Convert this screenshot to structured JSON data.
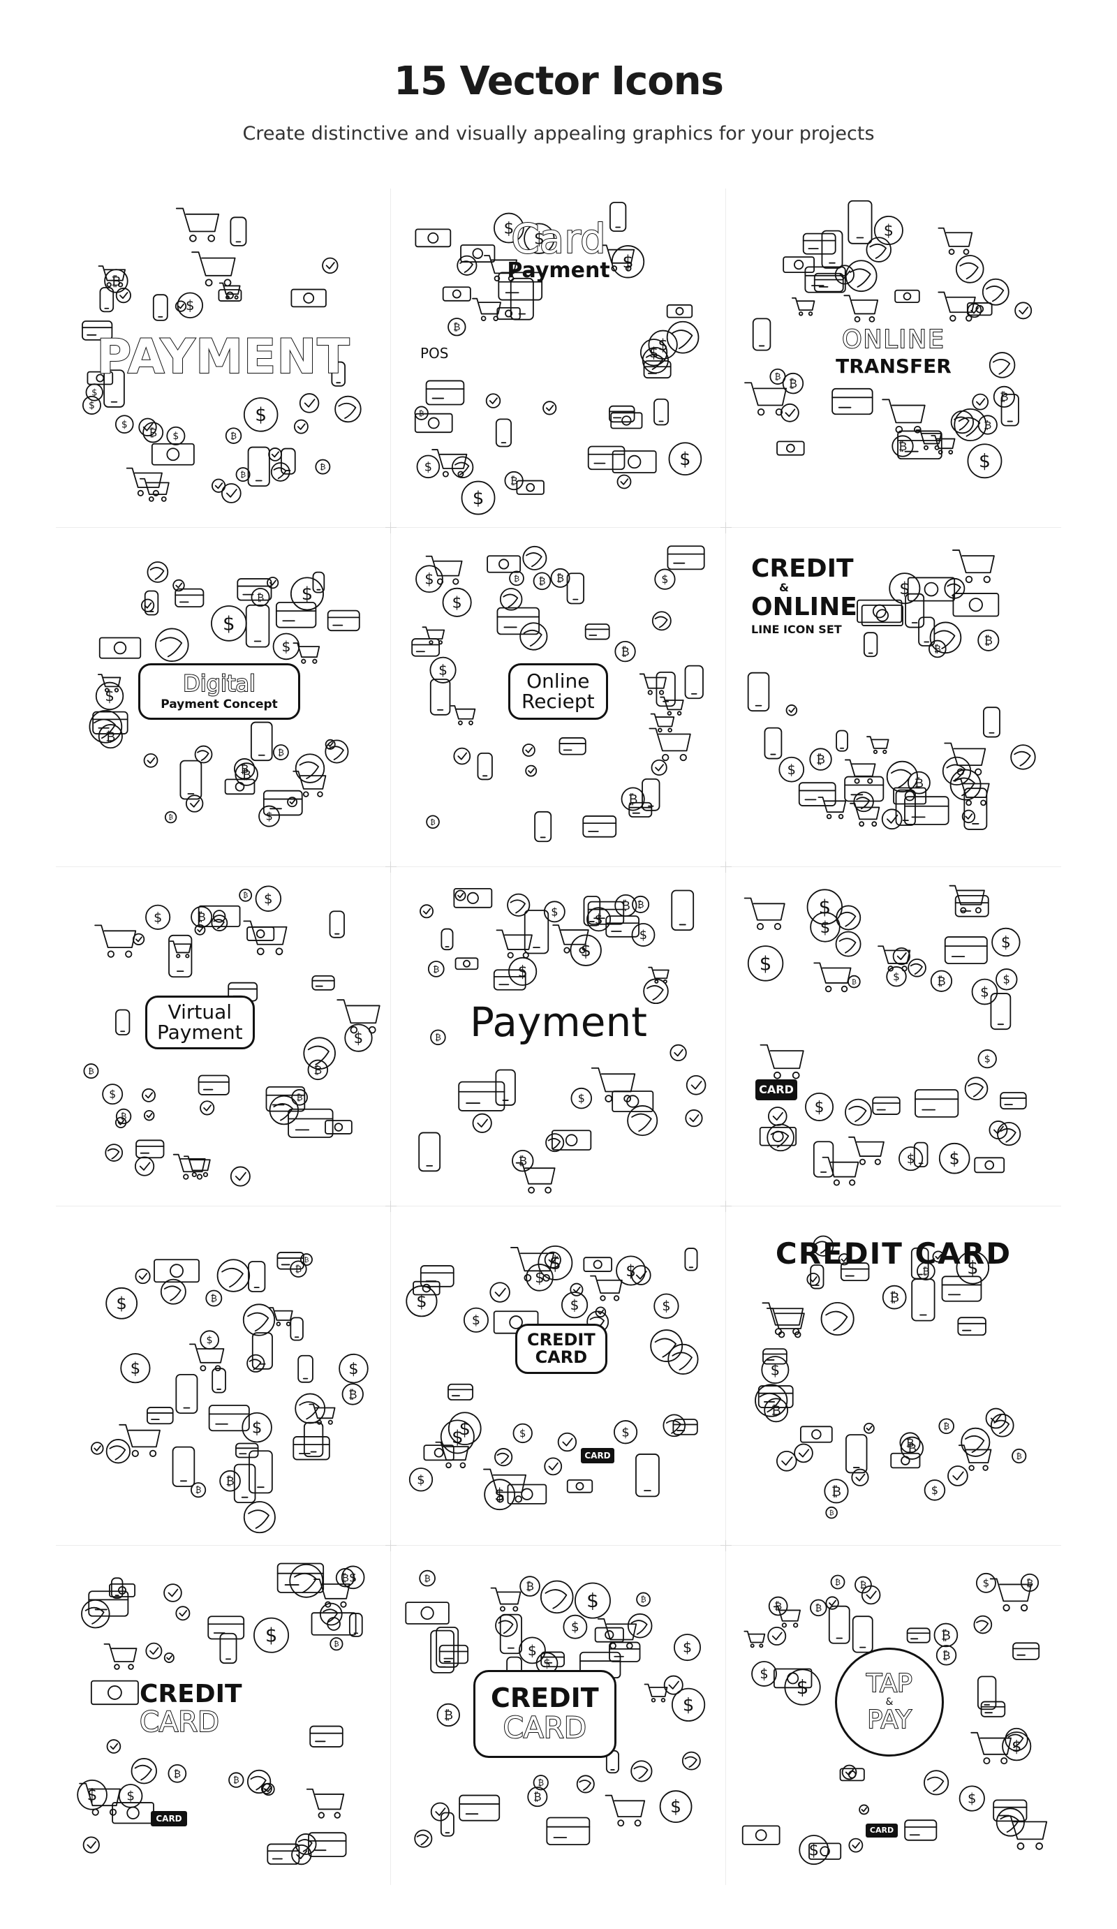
{
  "header": {
    "title": "15 Vector Icons",
    "subtitle": "Create distinctive and visually appealing graphics for your projects"
  },
  "tiles": [
    {
      "id": "payment-circle",
      "layout": "circle",
      "lines": [
        "PAYMENT"
      ]
    },
    {
      "id": "card-payment",
      "layout": "square",
      "lines": [
        "Card",
        "Payment"
      ],
      "extra": "POS"
    },
    {
      "id": "online-transfer",
      "layout": "circle",
      "lines": [
        "ONLINE",
        "TRANSFER"
      ]
    },
    {
      "id": "digital-payment",
      "layout": "circle",
      "lines": [
        "Digital",
        "Payment Concept"
      ]
    },
    {
      "id": "online-reciept",
      "layout": "square",
      "lines": [
        "Online",
        "Reciept"
      ]
    },
    {
      "id": "credit-online",
      "layout": "corner",
      "lines": [
        "CREDIT",
        "&",
        "ONLINE",
        "LINE ICON SET"
      ]
    },
    {
      "id": "virtual-payment",
      "layout": "square",
      "lines": [
        "Virtual",
        "Payment"
      ]
    },
    {
      "id": "payment-square",
      "layout": "square",
      "lines": [
        "Payment"
      ]
    },
    {
      "id": "card-icons",
      "layout": "square",
      "lines": [
        "CARD"
      ]
    },
    {
      "id": "icon-circle",
      "layout": "circle",
      "lines": []
    },
    {
      "id": "credit-card-center",
      "layout": "square",
      "lines": [
        "CREDIT",
        "CARD"
      ],
      "extra": "CARD"
    },
    {
      "id": "credit-card-arc",
      "layout": "circle",
      "lines": [
        "CREDIT CARD"
      ]
    },
    {
      "id": "credit-card-outline",
      "layout": "square",
      "lines": [
        "CREDIT",
        "CARD"
      ],
      "extra": "CARD"
    },
    {
      "id": "credit-card-box",
      "layout": "square",
      "lines": [
        "CREDIT",
        "CARD"
      ]
    },
    {
      "id": "tap-pay",
      "layout": "square",
      "lines": [
        "TAP",
        "&",
        "PAY"
      ],
      "extra": "CARD"
    }
  ]
}
